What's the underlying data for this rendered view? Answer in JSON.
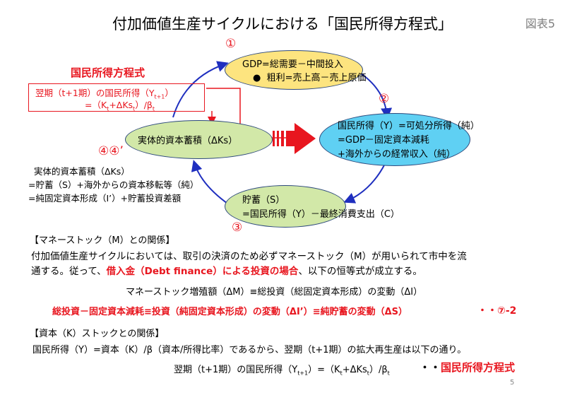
{
  "title": "付加価値生産サイクルにおける「国民所得方程式」",
  "figure_label": "図表5",
  "cycle": {
    "n1": "①",
    "n2": "②",
    "n3": "③",
    "n4": "④④’",
    "gdp_line1": "GDP=総需要－中間投入",
    "gdp_line2": "粗利=売上高－売上原価",
    "income_line1": "国民所得（Y）=可処分所得（純）",
    "income_line2": "=GDP－固定資本減耗",
    "income_line3": "+海外からの経常収入（純）",
    "savings_line1": "貯蓄（S）",
    "savings_line2": "=国民所得（Y）－最終消費支出（C）",
    "capital_label": "実体的資本蓄積（ΔKs）"
  },
  "equation_box": {
    "heading": "国民所得方程式",
    "line1_a": "翌期（t+1期）の国民所得（Y",
    "line1_sub": "t+1",
    "line1_b": "）",
    "line2_a": "=（K",
    "line2_sub1": "t",
    "line2_b": "+ΔKs",
    "line2_sub2": "t",
    "line2_c": "）/β",
    "line2_sub3": "t"
  },
  "capital_def": {
    "line1": "実体的資本蓄積（ΔKs）",
    "line2": "=貯蓄（S）+海外からの資本移転等（純）",
    "line3": "=純固定資本形成（I’）+貯蓄投資差額"
  },
  "money": {
    "heading": "【マネーストック（M）との関係】",
    "p1": "付加価値生産サイクルにおいては、取引の決済のため必ずマネーストック（M）が用いられて市中を流",
    "p2_a": "通する。従って、",
    "p2_red": "借入金（Debt finance）による投資の場合",
    "p2_b": "、以下の恒等式が成立する。",
    "eq1": "マネーストック増殖額（ΔM）≡総投資（総固定資本形成）の変動（ΔI）",
    "eq2": "総投資－固定資本減耗≡投資（純固定資本形成）の変動（ΔI’）≡純貯蓄の変動（ΔS）",
    "ref1": "・・⑦-2"
  },
  "capital_stock": {
    "heading": "【資本（K）ストックとの関係】",
    "p1": "国民所得（Y）=資本（K）/β（資本/所得比率）であるから、翌期（t+1期）の拡大再生産は以下の通り。",
    "eq_a": "翌期（t+1期）の国民所得（Y",
    "eq_sub1": "t+1",
    "eq_b": "）=（K",
    "eq_sub2": "t",
    "eq_c": "+ΔKs",
    "eq_sub3": "t",
    "eq_d": "）/β",
    "eq_sub4": "t",
    "ref2_dots": "・・",
    "ref2_text": "国民所得方程式"
  },
  "page_number": "5",
  "colors": {
    "gdp_fill": "#fde47f",
    "income_fill": "#5fd0f3",
    "savings_fill": "#d2e8a8",
    "capital_fill": "#d2e8a8",
    "accent_red": "#e8161f",
    "arrow_blue": "#1f2fbf"
  }
}
